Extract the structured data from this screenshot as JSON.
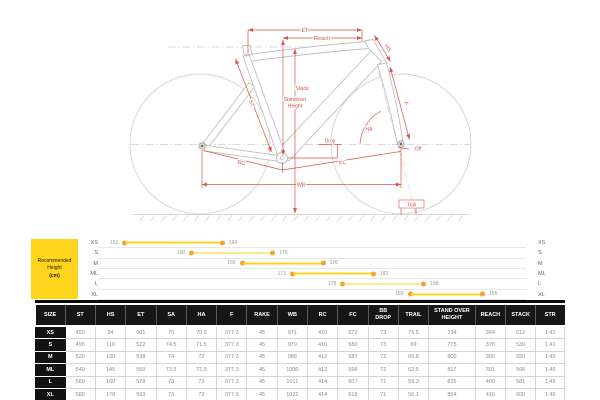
{
  "colors": {
    "accent_yellow": "#FFD41C",
    "range_line_yellow": "#FFD21E",
    "range_dot_orange": "#F0A32F",
    "dimension_red": "#D9544A",
    "frame_gray": "#C0C0C0",
    "table_header_bg": "#161616"
  },
  "diagram": {
    "labels": {
      "et": "ET",
      "reach": "Reach",
      "hs": "HS",
      "stack": "Stack",
      "standover_line1": "Standover",
      "standover_line2": "Height",
      "st": "ST",
      "f": "F",
      "drop": "Drop",
      "ha": "HA",
      "off": "Off",
      "rc": "RC",
      "fc": "FC",
      "wb": "WB",
      "trail": "Trail"
    }
  },
  "height_chart": {
    "title_lines": [
      "Recommended",
      "Height",
      "(cm)"
    ],
    "scale_min": 149,
    "scale_max": 200,
    "rows": [
      {
        "size": "XS",
        "from": 152,
        "to": 164
      },
      {
        "size": "S",
        "from": 160,
        "to": 170
      },
      {
        "size": "M",
        "from": 166,
        "to": 176
      },
      {
        "size": "ML",
        "from": 172,
        "to": 182
      },
      {
        "size": "L",
        "from": 178,
        "to": 188
      },
      {
        "size": "XL",
        "from": 186,
        "to": 195
      }
    ]
  },
  "geometry_table": {
    "columns": [
      "SIZE",
      "ST",
      "HS",
      "ET",
      "SA",
      "HA",
      "F",
      "RAKE",
      "WB",
      "RC",
      "FC",
      "BB\nDROP",
      "TRAIL",
      "STAND OVER\nHEIGHT",
      "REACH",
      "STACK",
      "STR"
    ],
    "rows": [
      [
        "XS",
        "450",
        "94",
        "501",
        "75",
        "70.5",
        "377.3",
        "45",
        "971",
        "410",
        "572",
        "73",
        "75.5",
        "734",
        "364",
        "512",
        "1.41"
      ],
      [
        "S",
        "490",
        "110",
        "522",
        "74.5",
        "71.5",
        "377.3",
        "45",
        "979",
        "410",
        "580",
        "73",
        "69",
        "775",
        "375",
        "530",
        "1.41"
      ],
      [
        "M",
        "520",
        "130",
        "538",
        "74",
        "72",
        "377.3",
        "45",
        "988",
        "412",
        "587",
        "72",
        "65.8",
        "800",
        "380",
        "550",
        "1.45"
      ],
      [
        "ML",
        "540",
        "145",
        "559",
        "73.5",
        "72.5",
        "377.3",
        "45",
        "1000",
        "412",
        "596",
        "72",
        "62.5",
        "817",
        "391",
        "566",
        "1.45"
      ],
      [
        "L",
        "560",
        "160",
        "578",
        "73",
        "73",
        "377.3",
        "45",
        "1011",
        "414",
        "607",
        "71",
        "59.3",
        "835",
        "400",
        "581",
        "1.45"
      ],
      [
        "XL",
        "580",
        "178",
        "593",
        "73",
        "73",
        "377.3",
        "45",
        "1022",
        "414",
        "618",
        "71",
        "56.1",
        "854",
        "410",
        "600",
        "1.46"
      ]
    ]
  }
}
